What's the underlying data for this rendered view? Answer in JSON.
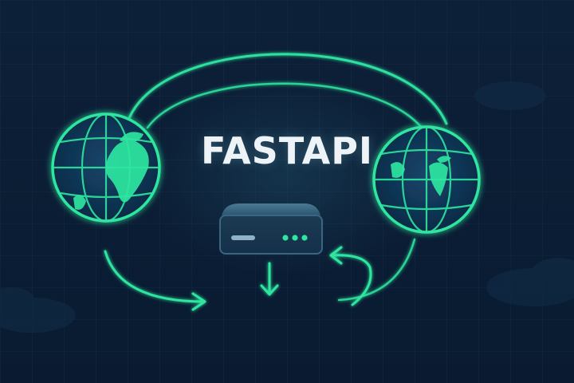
{
  "title": "FASTAPI",
  "colors": {
    "background": "#0b1d33",
    "accent": "#2ee6a0",
    "accent_dim": "#1fae7e",
    "server_body": "#24455e",
    "server_top": "#3f6c86",
    "title_text": "#eef3f7"
  },
  "icons": [
    "globe-icon-left",
    "globe-icon-right",
    "server-icon",
    "arrow-down-icon",
    "arrow-right-icon",
    "arrow-curved-icon"
  ]
}
